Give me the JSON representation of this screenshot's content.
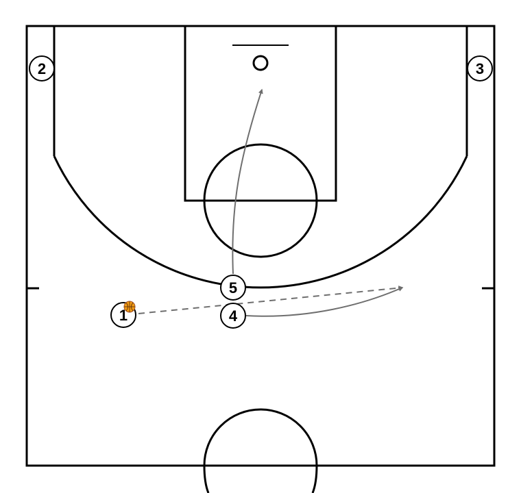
{
  "colors": {
    "court_lines": "#000000",
    "movement_arrow": "#6e6e6e",
    "pass_arrow": "#6e6e6e",
    "ball": "#f39c12",
    "player_fill": "#ffffff"
  },
  "icons": {
    "ball": "basketball-icon",
    "player": "player-circle-icon"
  },
  "players": [
    {
      "id": "p1",
      "label": "1",
      "has_ball": true
    },
    {
      "id": "p2",
      "label": "2",
      "has_ball": false
    },
    {
      "id": "p3",
      "label": "3",
      "has_ball": false
    },
    {
      "id": "p4",
      "label": "4",
      "has_ball": false
    },
    {
      "id": "p5",
      "label": "5",
      "has_ball": false
    }
  ],
  "actions": [
    {
      "type": "cut",
      "player": "5",
      "style": "solid"
    },
    {
      "type": "cut",
      "player": "4",
      "style": "solid"
    },
    {
      "type": "pass",
      "from": "1",
      "style": "dashed"
    }
  ]
}
